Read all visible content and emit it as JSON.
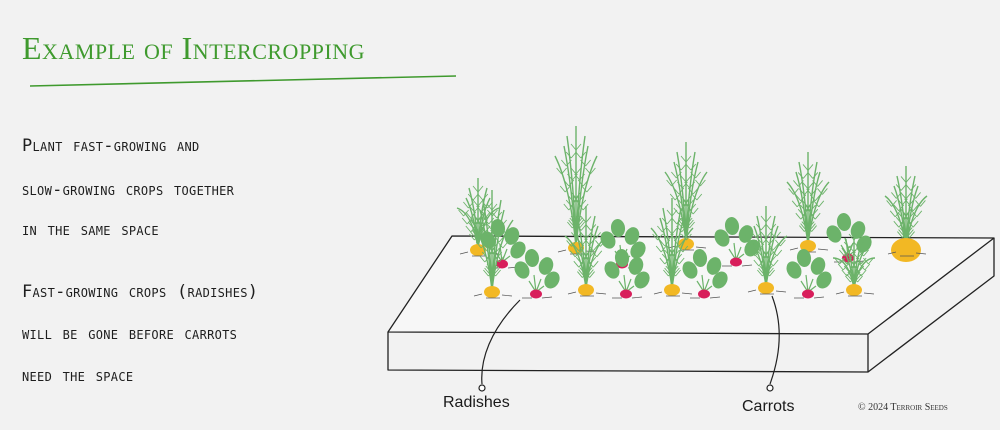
{
  "title": "Example of Intercropping",
  "description": {
    "line1": "Plant fast-growing and",
    "line2": "slow-growing crops together",
    "line3": "in the same space",
    "line4": "Fast-growing crops (radishes)",
    "line5": "will be gone before carrots",
    "line6": "need the space"
  },
  "labels": {
    "radishes": "Radishes",
    "carrots": "Carrots"
  },
  "copyright": "© 2024 Terroir Seeds",
  "colors": {
    "title": "#3f9a2e",
    "foliage": "#6cb36a",
    "carrot": "#f2b824",
    "radish": "#d81e5b"
  }
}
